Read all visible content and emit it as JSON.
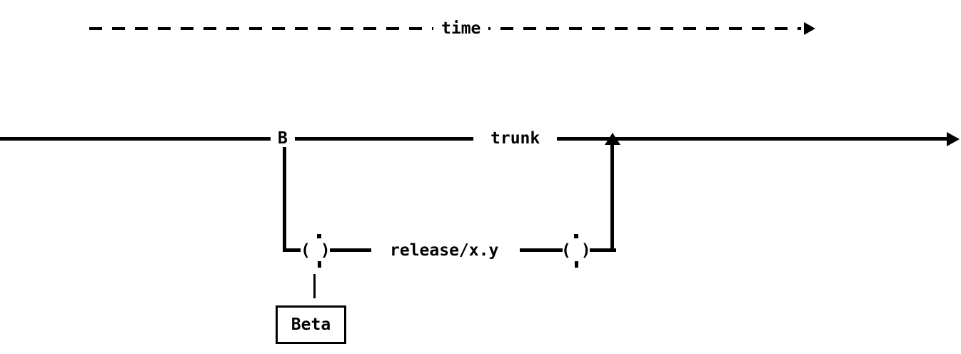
{
  "diagram": {
    "background": "#ffffff",
    "ink_color": "#000000",
    "time_axis": {
      "label": "time"
    },
    "trunk": {
      "branch_point_label": "B",
      "label": "trunk"
    },
    "release_branch": {
      "label": "release/x.y",
      "start_node_glyph": "( )",
      "end_node_glyph": "( )"
    },
    "beta_box": {
      "label": "Beta"
    },
    "icons": {
      "time_arrowhead": "right-triangle",
      "trunk_arrowhead": "right-triangle",
      "merge_arrowhead": "up-triangle",
      "node_top_mark": "dot",
      "node_bottom_mark": "tick"
    }
  }
}
